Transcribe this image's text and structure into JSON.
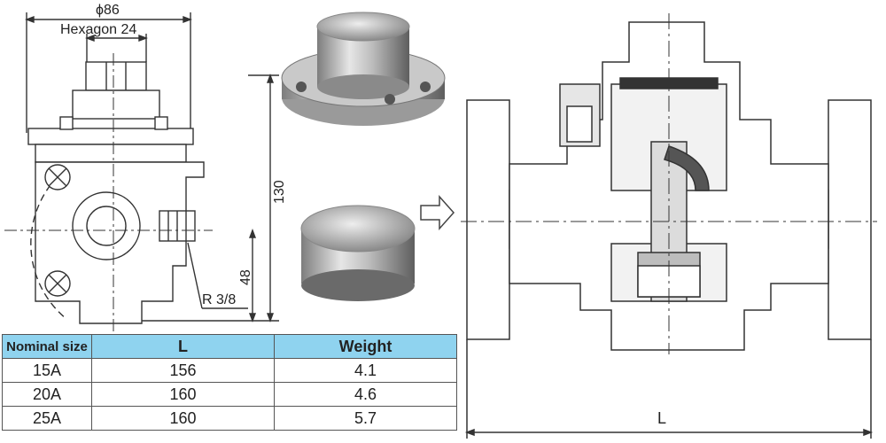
{
  "dimensions": {
    "diameter": "ϕ86",
    "hexagon": "Hexagon 24",
    "height_total": "130",
    "height_center": "48",
    "thread": "R 3/8",
    "length": "L"
  },
  "spec_table": {
    "headers": [
      "Nominal size",
      "L",
      "Weight"
    ],
    "rows": [
      [
        "15A",
        "156",
        "4.1"
      ],
      [
        "20A",
        "160",
        "4.6"
      ],
      [
        "25A",
        "160",
        "5.7"
      ]
    ]
  }
}
